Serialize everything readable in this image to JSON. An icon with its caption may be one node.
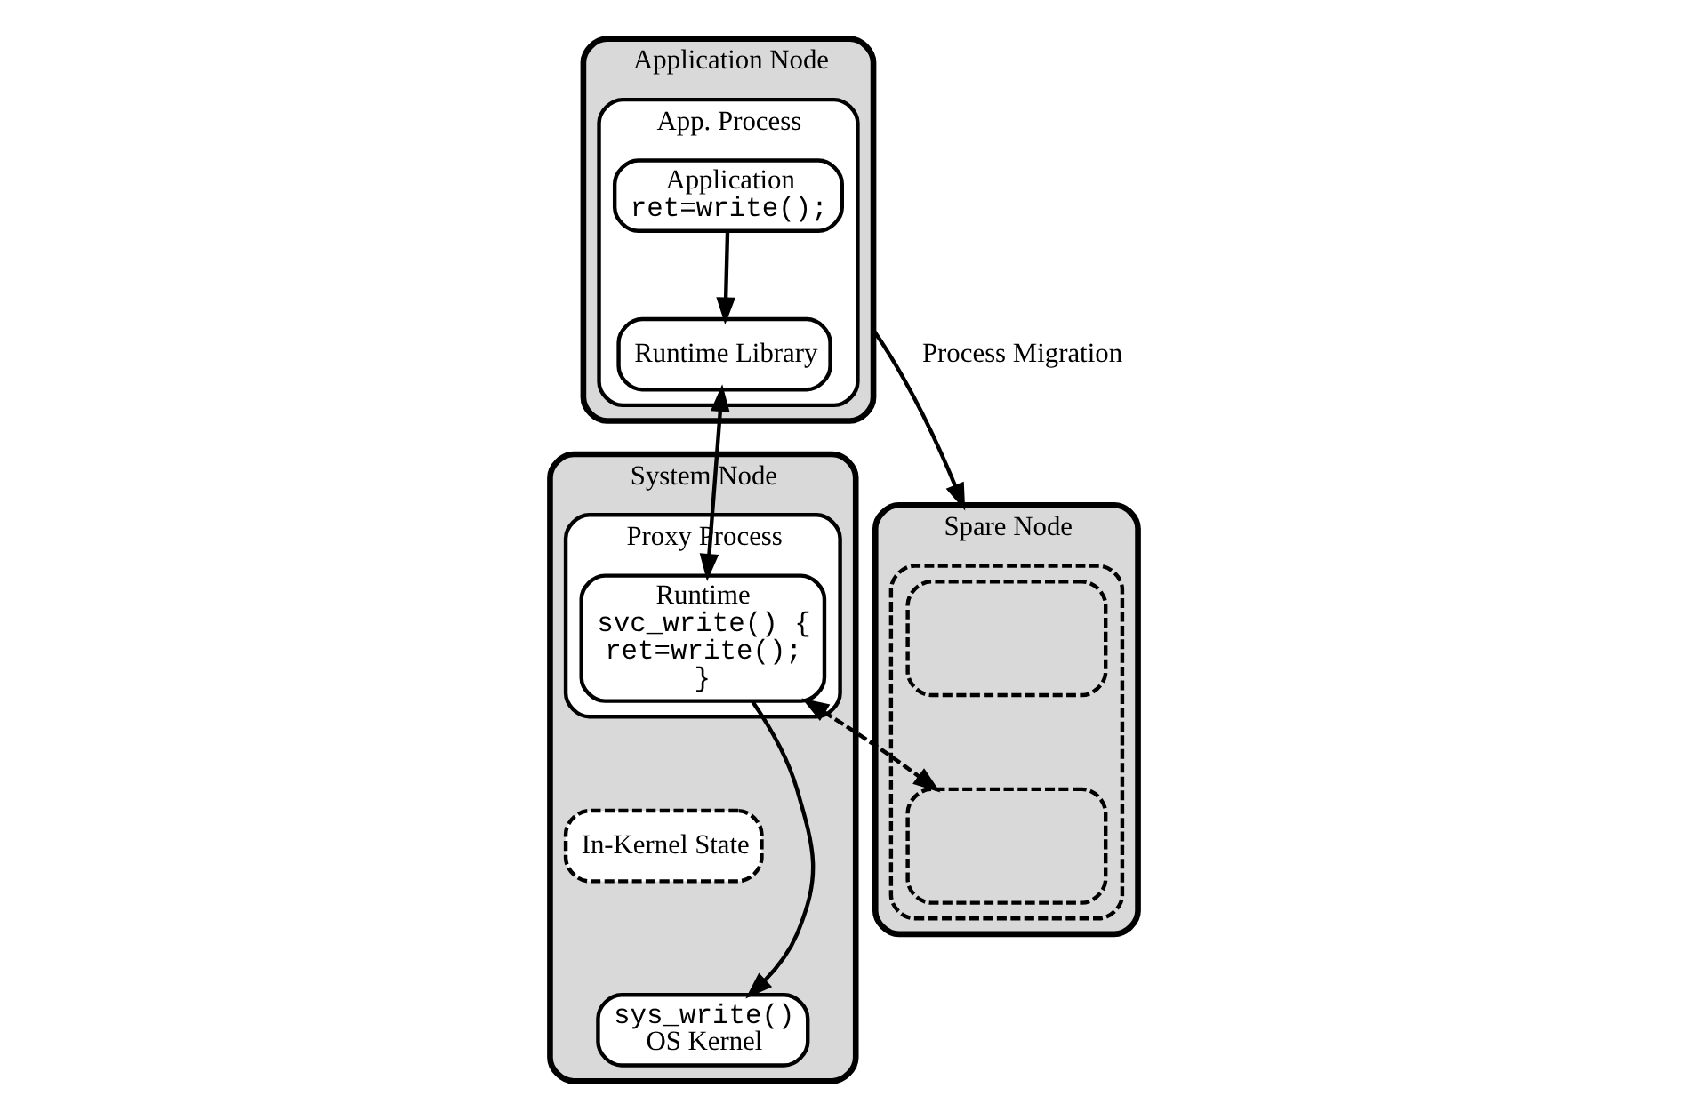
{
  "diagram": {
    "nodes": [
      {
        "text": [
          "Application Node"
        ]
      },
      {
        "text": [
          "App. Process"
        ],
        "in": 0
      },
      {
        "text": [
          "Application",
          "ret=write();"
        ],
        "in": 1
      },
      {
        "text": [
          "Runtime Library"
        ],
        "in": 1
      },
      {
        "text": [
          "System Node"
        ]
      },
      {
        "text": [
          "Proxy Process"
        ],
        "in": 4
      },
      {
        "text": [
          "Runtime",
          "svc_write() {",
          "ret=write();",
          "}"
        ],
        "in": 5
      },
      {
        "text": [
          "In-Kernel State"
        ],
        "in": 4
      },
      {
        "text": [
          "sys_write()",
          "OS Kernel"
        ],
        "in": 4
      },
      {
        "text": [
          "Spare Node"
        ]
      },
      {
        "text": [],
        "shape": "box",
        "in": 9
      },
      {
        "text": [],
        "shape": "box",
        "in": 10
      },
      {
        "text": [],
        "shape": "box",
        "in": 10
      }
    ],
    "edges": [
      {
        "from": 0,
        "to": 9,
        "arrow": "to",
        "label": "Process Migration"
      },
      {
        "from": 2,
        "to": 3,
        "arrow": "to"
      },
      {
        "from": 3,
        "to": 6,
        "arrow": "both"
      },
      {
        "from": 6,
        "to": 8,
        "arrow": "to"
      },
      {
        "from": 6,
        "to": 12,
        "arrow": "both",
        "style": "dashed"
      }
    ]
  }
}
